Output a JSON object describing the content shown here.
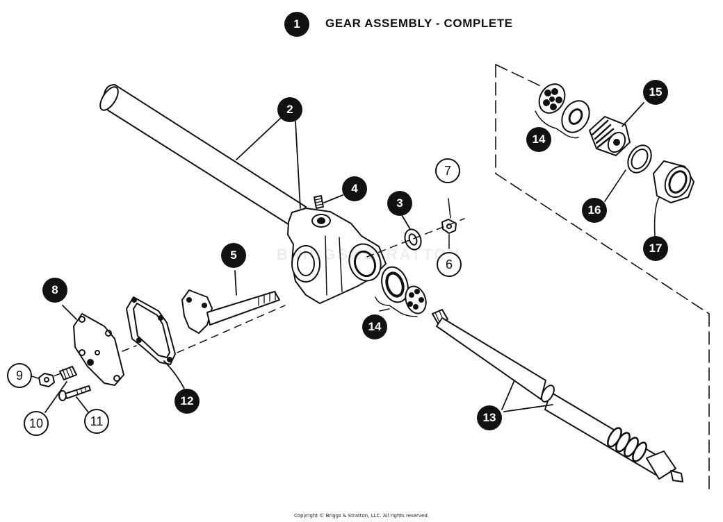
{
  "title": "GEAR ASSEMBLY - COMPLETE",
  "copyright": "Copyright © Briggs & Stratton, LLC. All rights reserved.",
  "watermark": "BRIGGS&STRATTON",
  "colors": {
    "ink": "#111111",
    "paper": "#ffffff"
  },
  "callouts": {
    "c1": "1",
    "c2": "2",
    "c3": "3",
    "c4": "4",
    "c5": "5",
    "c6": "6",
    "c7": "7",
    "c8": "8",
    "c9": "9",
    "c10": "10",
    "c11": "11",
    "c12": "12",
    "c13": "13",
    "c14a": "14",
    "c14b": "14",
    "c15": "15",
    "c16": "16",
    "c17": "17"
  }
}
